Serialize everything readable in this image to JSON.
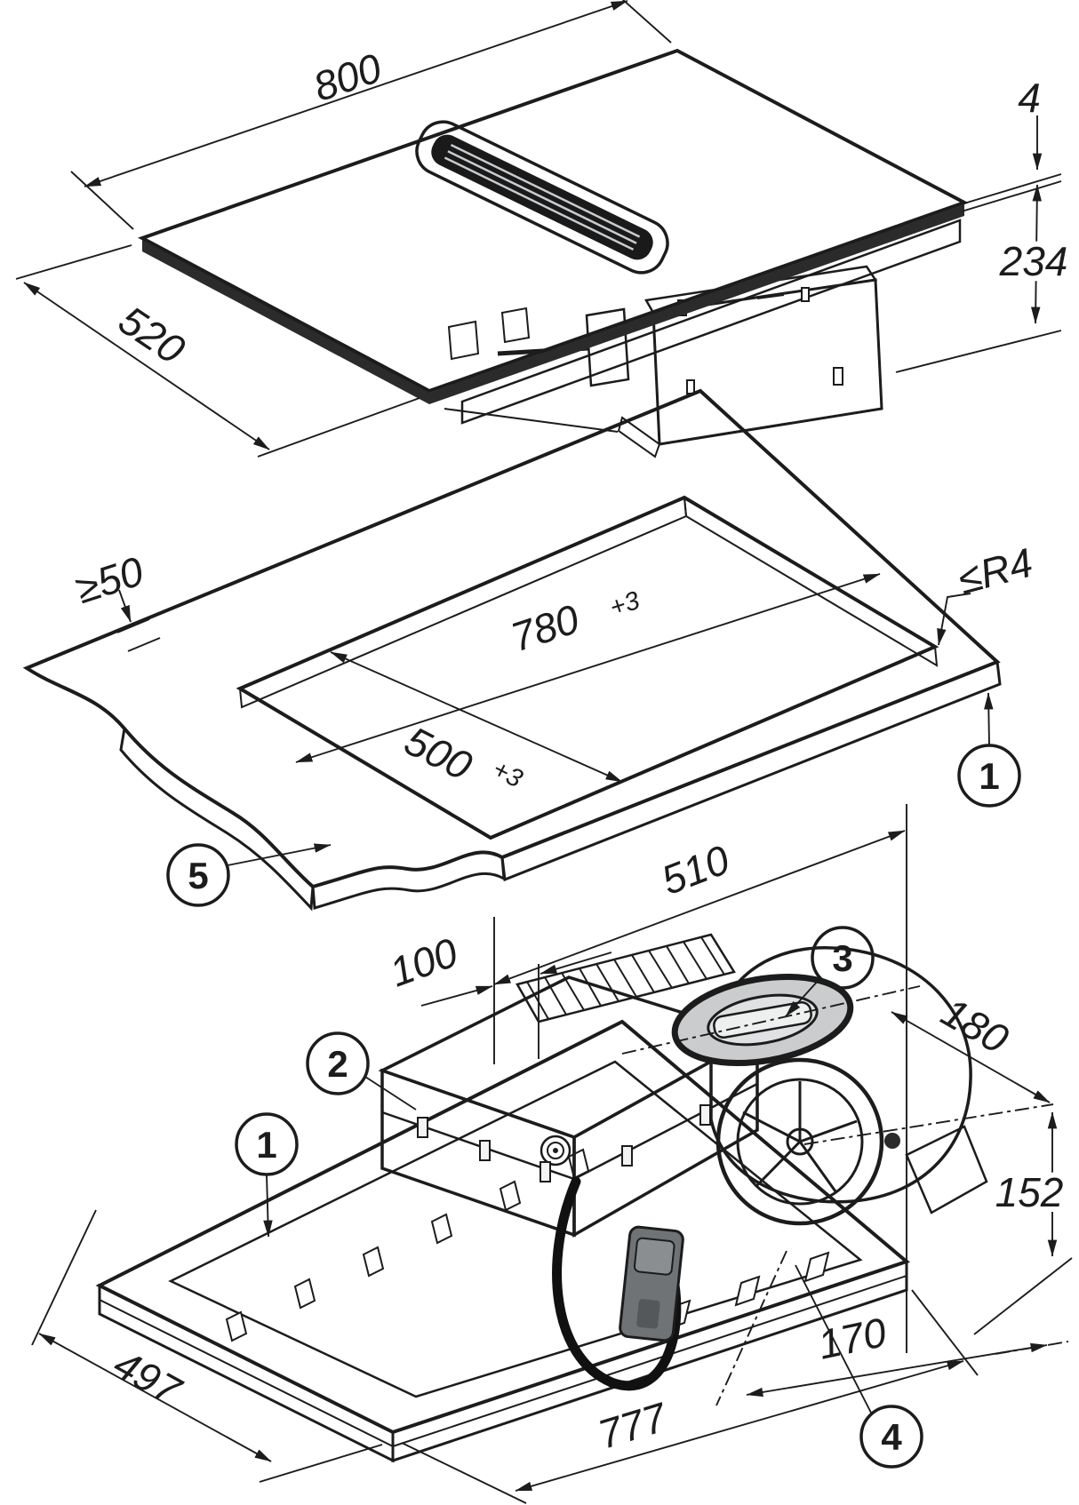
{
  "colors": {
    "line": "#1c1c1c",
    "glass": "#c9cccf",
    "surface_light": "#f2f3f4",
    "surface_mid": "#e6e8ea",
    "surface_dark": "#d4d6d8",
    "plug_gray": "#6f7376"
  },
  "top_view": {
    "dims": {
      "width": {
        "value": "800"
      },
      "depth": {
        "value": "520"
      },
      "glass_thickness": {
        "value": "4"
      },
      "install_height": {
        "value": "234"
      }
    }
  },
  "cutout_view": {
    "dims": {
      "rear_clearance": {
        "value": "≥50"
      },
      "cutout_length": {
        "value": "780",
        "sup": "+3"
      },
      "cutout_width": {
        "value": "500",
        "sup": "+3"
      },
      "corner_radius": {
        "value": "≤R4"
      }
    },
    "callouts": {
      "worktop": "1",
      "front_edge": "5"
    }
  },
  "bottom_view": {
    "dims": {
      "outlet_offset": {
        "value": "510"
      },
      "cable_offset": {
        "value": "100"
      },
      "motor_depth": {
        "value": "180"
      },
      "motor_height": {
        "value": "152"
      },
      "cable_edge_offset": {
        "value": "170"
      },
      "base_length": {
        "value": "777"
      },
      "base_depth": {
        "value": "497"
      }
    },
    "callouts": {
      "hob": "1",
      "filter_box": "2",
      "air_outlet": "3",
      "mains_cable": "4"
    }
  }
}
